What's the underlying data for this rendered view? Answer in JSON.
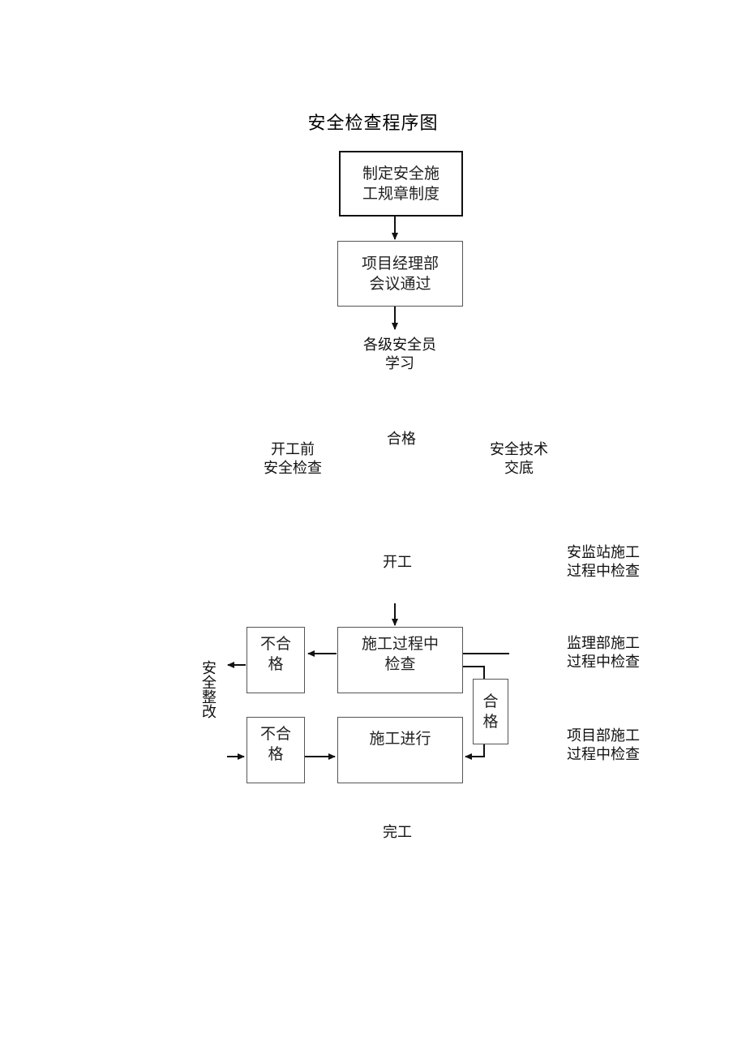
{
  "title": "安全检查程序图",
  "boxes": {
    "rules": "制定安全施\n工规章制度",
    "meeting": "项目经理部\n会议通过",
    "inspection": "施工过程中\n检查",
    "fail1": "不合\n格",
    "fail2": "不合\n格",
    "pass": "合\n格",
    "construction": "施工进行"
  },
  "labels": {
    "study": "各级安全员\n学习",
    "qualified": "合格",
    "pre_start": "开工前\n安全检查",
    "tech_brief": "安全技术\n交底",
    "start": "开工",
    "supervision_station": "安监站施工\n过程中检查",
    "supervision_dept": "监理部施工\n过程中检查",
    "project_dept": "项目部施工\n过程中检查",
    "rectify": "安全整改",
    "complete": "完工"
  }
}
